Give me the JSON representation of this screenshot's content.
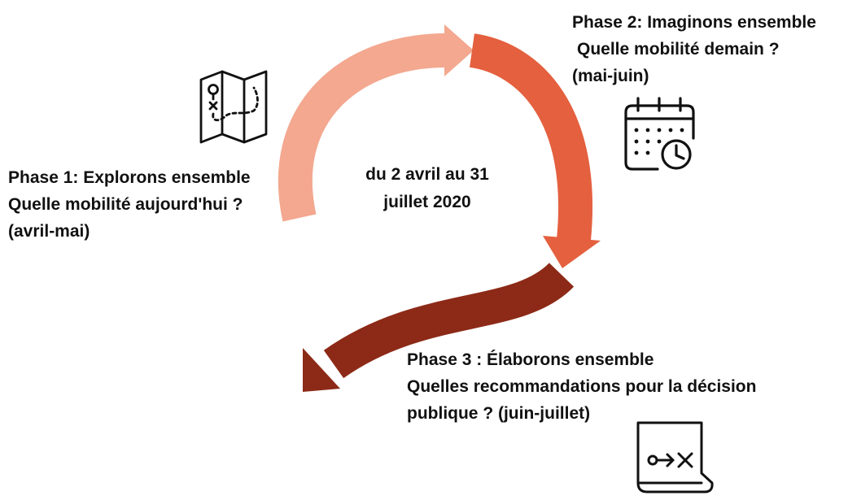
{
  "center": {
    "line1": "du 2 avril au 31",
    "line2": "juillet 2020"
  },
  "phases": [
    {
      "title": "Phase 1: Explorons ensemble",
      "question": "Quelle mobilité aujourd'hui ?",
      "period": "(avril-mai)",
      "icon": "treasure-map-icon",
      "color": "#F3A88F"
    },
    {
      "title": "Phase 2: Imaginons ensemble",
      "question": "Quelle mobilité demain ?",
      "period": "(mai-juin)",
      "icon": "calendar-clock-icon",
      "color": "#E4603F"
    },
    {
      "title": "Phase 3 : Élaborons ensemble",
      "question": "Quelles recommandations pour la décision",
      "question_cont": "publique ? (juin-juillet)",
      "icon": "strategy-scroll-icon",
      "color": "#8C2A17"
    }
  ]
}
